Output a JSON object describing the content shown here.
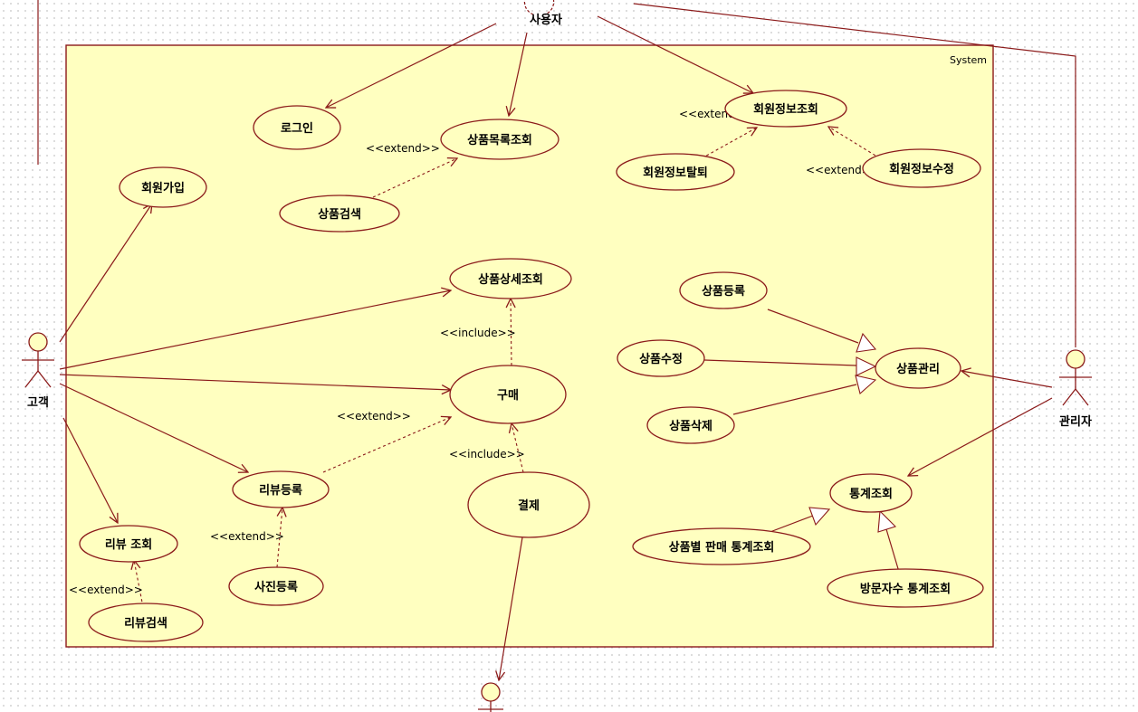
{
  "system_label": "System",
  "actors": {
    "user": "사용자",
    "customer": "고객",
    "admin": "관리자"
  },
  "use_cases": {
    "login": "로그인",
    "product_list": "상품목록조회",
    "product_search": "상품검색",
    "member_info": "회원정보조회",
    "member_withdraw": "회원정보탈퇴",
    "member_edit": "회원정보수정",
    "signup": "회원가입",
    "product_detail": "상품상세조회",
    "purchase": "구매",
    "payment": "결제",
    "review_register": "리뷰등록",
    "photo_register": "사진등록",
    "review_view": "리뷰 조회",
    "review_search": "리뷰검색",
    "product_register": "상품등록",
    "product_edit": "상품수정",
    "product_delete": "상품삭제",
    "product_manage": "상품관리",
    "stats_view": "통계조회",
    "sales_stats": "상품별 판매 통계조회",
    "visitor_stats": "방문자수 통계조회"
  },
  "stereotypes": {
    "extend": "<<extend>>",
    "include": "<<include>>"
  },
  "colors": {
    "line": "#8b1a1a",
    "fill": "#ffffc0"
  }
}
